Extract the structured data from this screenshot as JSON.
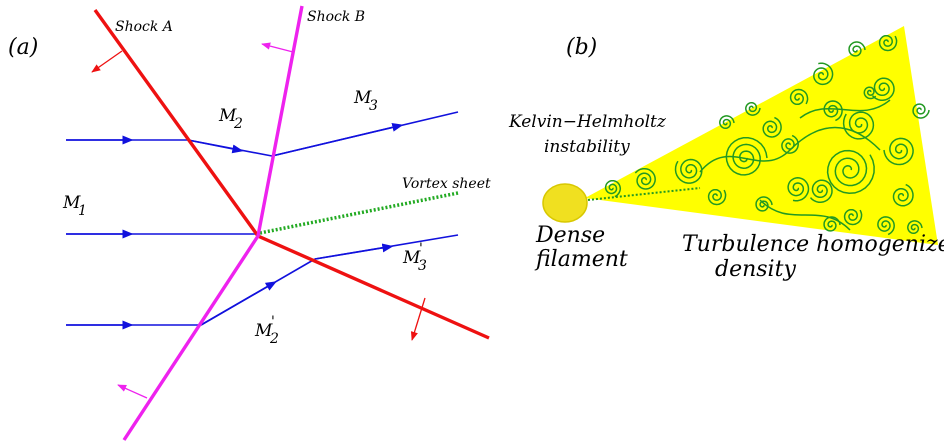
{
  "panels": {
    "a": {
      "tag": "(a)",
      "shock_a": "Shock A",
      "shock_b": "Shock B",
      "m1": "M",
      "m1_sub": "1",
      "m2": "M",
      "m2_sub": "2",
      "m3": "M",
      "m3_sub": "3",
      "m2p": "M",
      "m2p_sub": "2",
      "m2p_prime": "'",
      "m3p": "M",
      "m3p_sub": "3",
      "m3p_prime": "'",
      "vortex_sheet": "Vortex sheet"
    },
    "b": {
      "tag": "(b)",
      "kh_line1": "Kelvin−Helmholtz",
      "kh_line2": "instability",
      "dense_line1": "Dense",
      "dense_line2": "filament",
      "turb_line1": "Turbulence homogenizes",
      "turb_line2": "density"
    }
  },
  "colors": {
    "shock_a": "#ee1111",
    "shock_b": "#ee22ee",
    "streamline": "#1111dd",
    "vortex_sheet": "#22aa22",
    "cone": "#ffff00",
    "filament": "#f0e020",
    "eddies": "#229922"
  },
  "icons": {
    "flow_arrow": "arrowhead-icon",
    "shock_normal": "arrow-icon",
    "eddy": "spiral-icon"
  }
}
